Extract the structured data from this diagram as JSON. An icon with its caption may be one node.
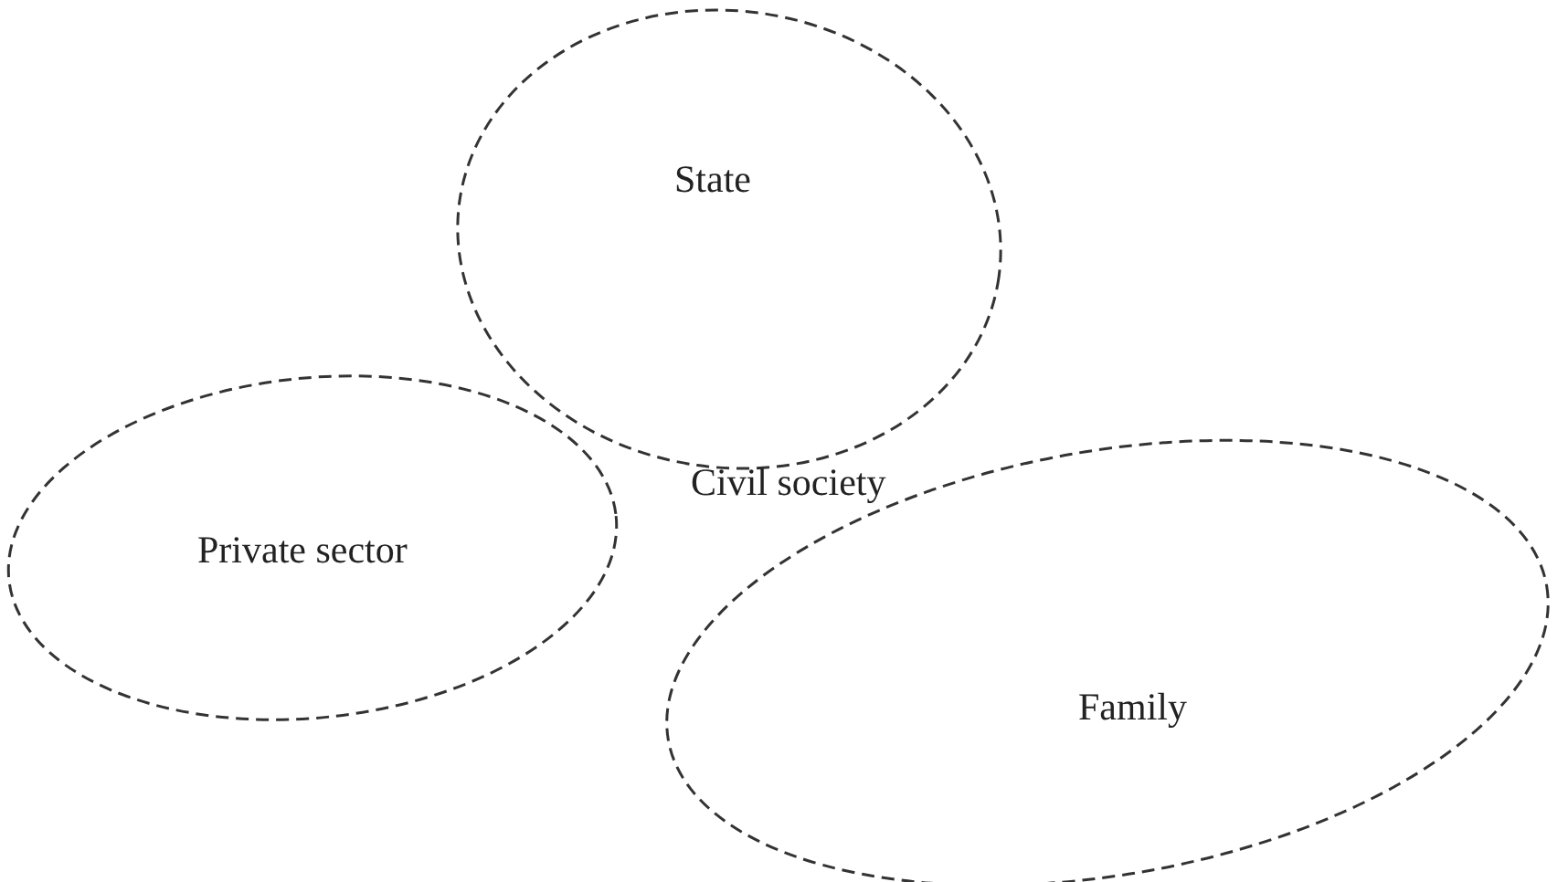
{
  "diagram": {
    "nodes": [
      {
        "text": [
          "State"
        ]
      },
      {
        "text": [
          "Private sector"
        ]
      },
      {
        "text": [
          "Family"
        ]
      }
    ],
    "edges": [],
    "labels": [
      "Civil society"
    ]
  }
}
